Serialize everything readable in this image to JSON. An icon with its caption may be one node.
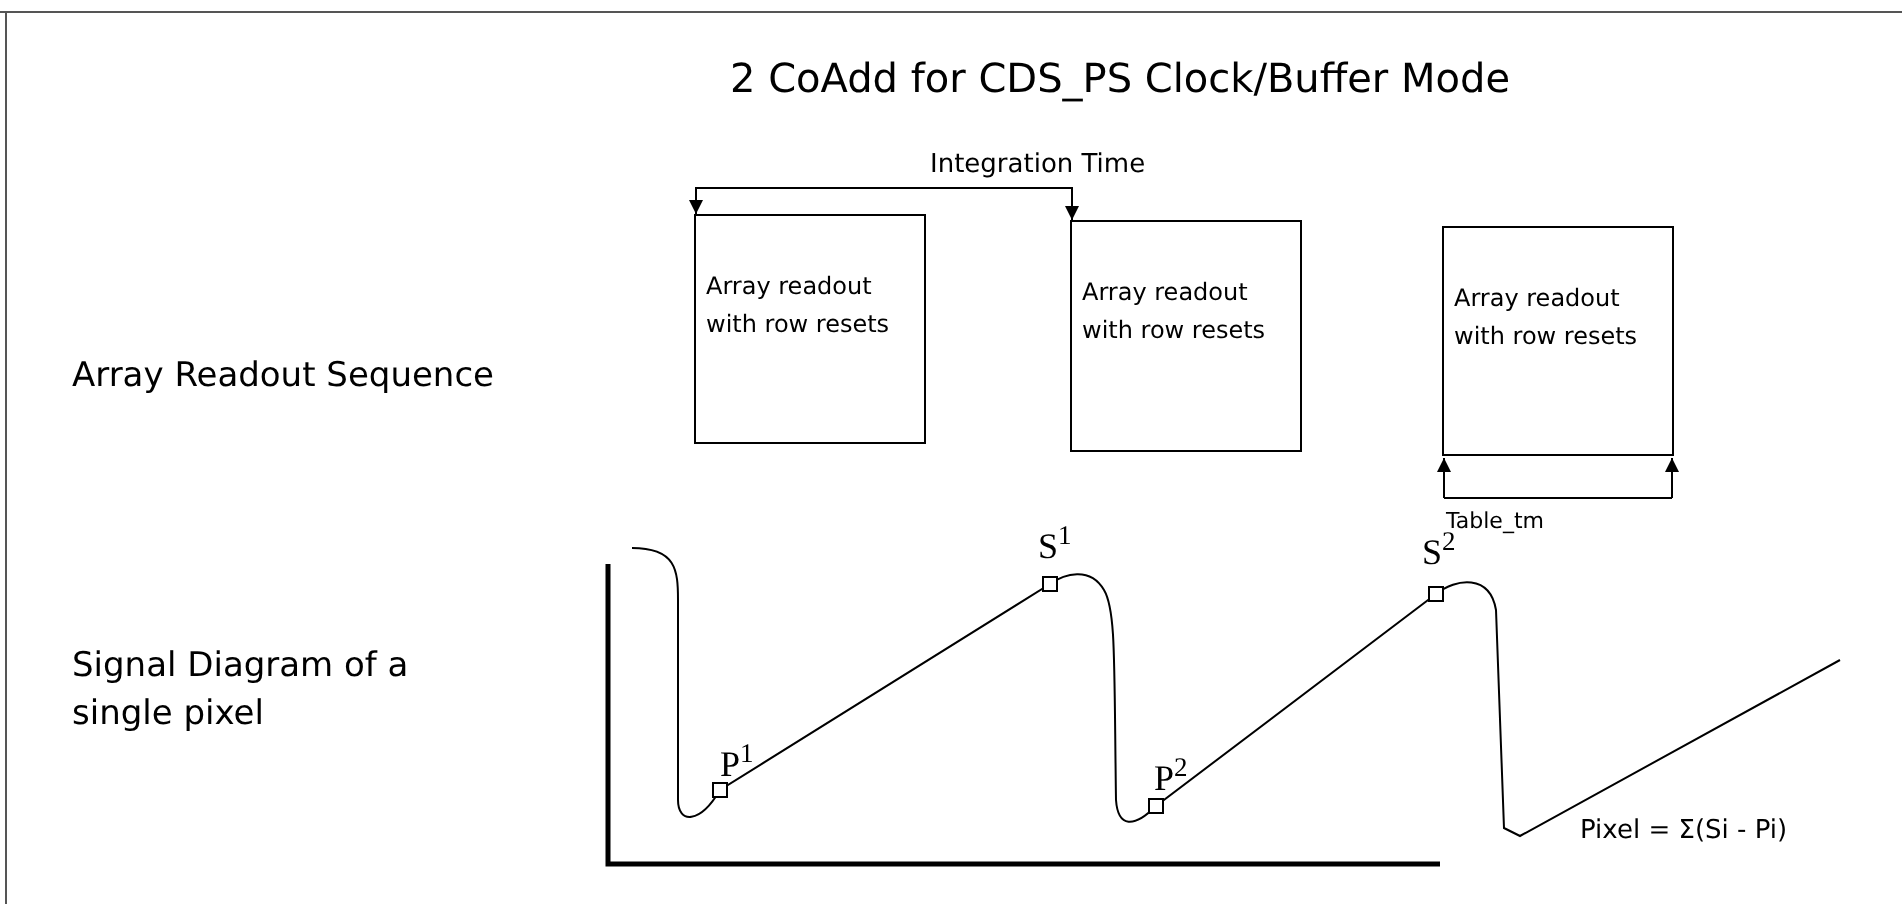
{
  "diagram": {
    "title": "2 CoAdd for CDS_PS Clock/Buffer Mode",
    "nodes": [
      {
        "text": [
          "Array readout with row resets"
        ]
      },
      {
        "text": [
          "Array readout with row resets"
        ]
      },
      {
        "text": [
          "Array readout with row resets"
        ]
      }
    ],
    "edges": [
      {
        "from": 0,
        "to": 1,
        "arrow": "both",
        "label": "Integration Time"
      }
    ],
    "labels": [
      "Array Readout Sequence",
      "Table_tm",
      "S$^{1}$",
      "S$^{2}$",
      "Signal Diagram of a single pixel",
      "P$^{1}$",
      "P$^{2}$",
      "Pixel = Σ(Si - Pi)"
    ]
  }
}
